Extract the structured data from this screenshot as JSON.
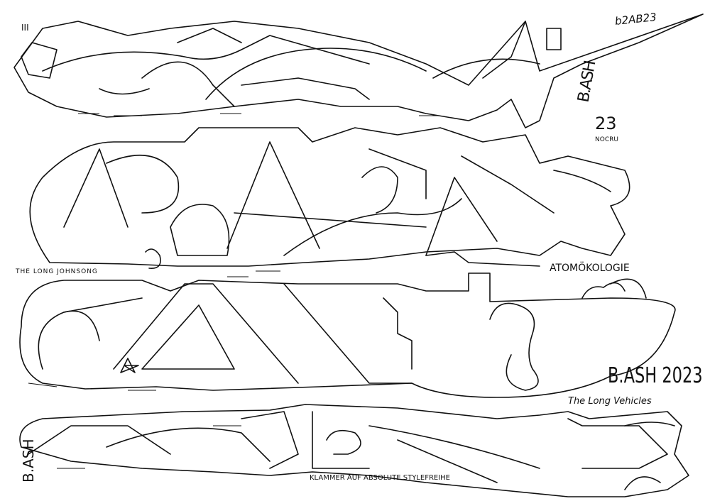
{
  "artwork": {
    "labels": {
      "roman_numeral": "III",
      "date_code": "b2AB23",
      "signature_top": "B.ASH",
      "signature_top_year": "23",
      "crew_tag": "NOCRU",
      "caption_row2": "THE LONG JOHNSONG",
      "caption_row2_right": "ATOMÖKOLOGIE",
      "signature_mid": "B.ASH 2023",
      "caption_row3": "The Long Vehicles",
      "signature_bottom": "B.ASH",
      "caption_row4": "KLAMMER AUF ABSOLUTE STYLEFREIHE"
    },
    "ink_color": "#111111",
    "paper_color": "#ffffff"
  }
}
